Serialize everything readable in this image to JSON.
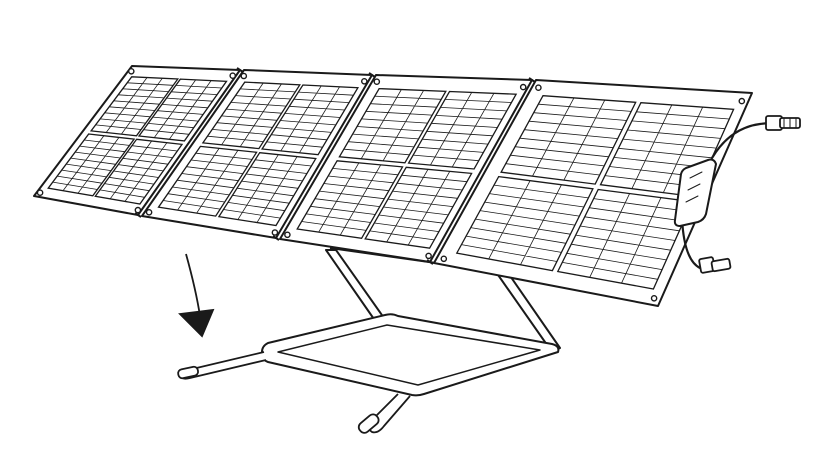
{
  "illustration": {
    "subject": "folding-solar-panel-with-kickstand",
    "panel_count": 4,
    "line_color": "#1a1a1a",
    "cell_fill": "#ffffff",
    "background": "#ffffff",
    "arrow_direction": "down"
  }
}
